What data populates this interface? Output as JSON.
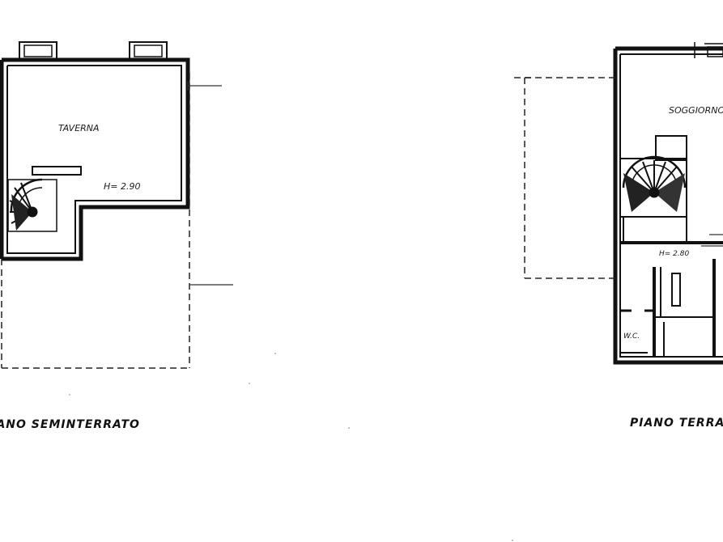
{
  "plans": {
    "left": {
      "room_label": "TAVERNA",
      "height_label": "H= 2.90",
      "caption": "PIANO SEMINTERRATO"
    },
    "right": {
      "room_label": "SOGGIORNO",
      "height_label": "H= 2.80",
      "wc_label": "W.C.",
      "caption": "PIANO TERRA"
    }
  }
}
